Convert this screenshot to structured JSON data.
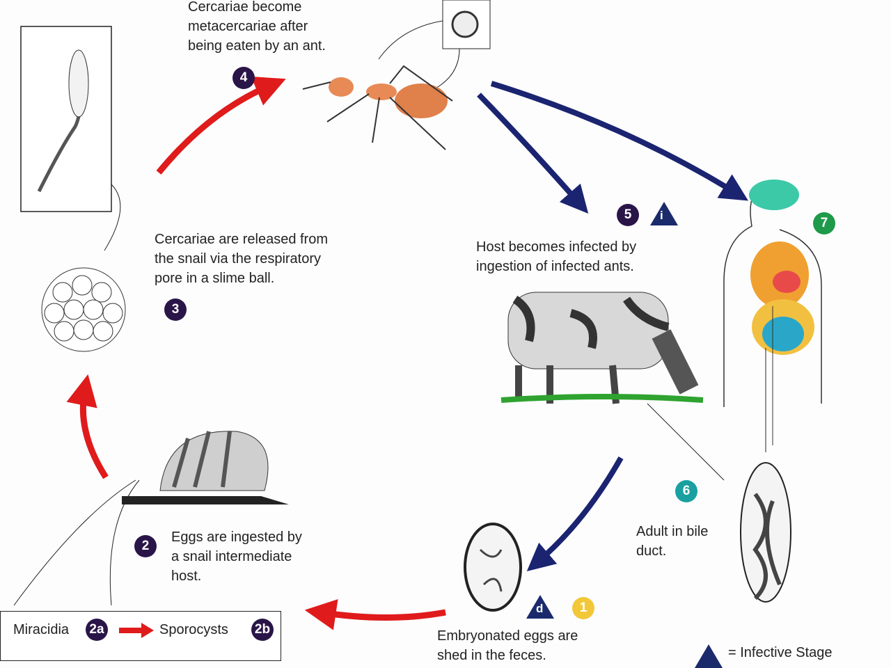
{
  "labels": {
    "step4": [
      "Cercariae become",
      "metacercariae after",
      "being eaten by an ant."
    ],
    "step3": [
      "Cercariae are released from",
      "the snail via the respiratory",
      "pore in a slime ball."
    ],
    "step5": [
      "Host becomes infected by",
      "ingestion of infected ants."
    ],
    "step2": [
      "Eggs are ingested by",
      "a snail intermediate",
      "host."
    ],
    "step6": [
      "Adult in bile",
      "duct."
    ],
    "step1": [
      "Embryonated eggs are",
      "shed in the feces."
    ],
    "legend_infective": "= Infective Stage",
    "miracidia": "Miracidia",
    "sporocysts": "Sporocysts"
  },
  "badges": {
    "b1": "1",
    "b2": "2",
    "b2a": "2a",
    "b2b": "2b",
    "b3": "3",
    "b4": "4",
    "b5": "5",
    "b6": "6",
    "b7": "7",
    "tri_i": "i",
    "tri_d": "d"
  },
  "colors": {
    "red_arrow": "#e01b1b",
    "blue_arrow": "#1b2470",
    "badge_dark": "#2a1548",
    "badge_teal": "#1aa0a0",
    "badge_green": "#1e9a4a",
    "badge_yellow": "#f2c838"
  }
}
